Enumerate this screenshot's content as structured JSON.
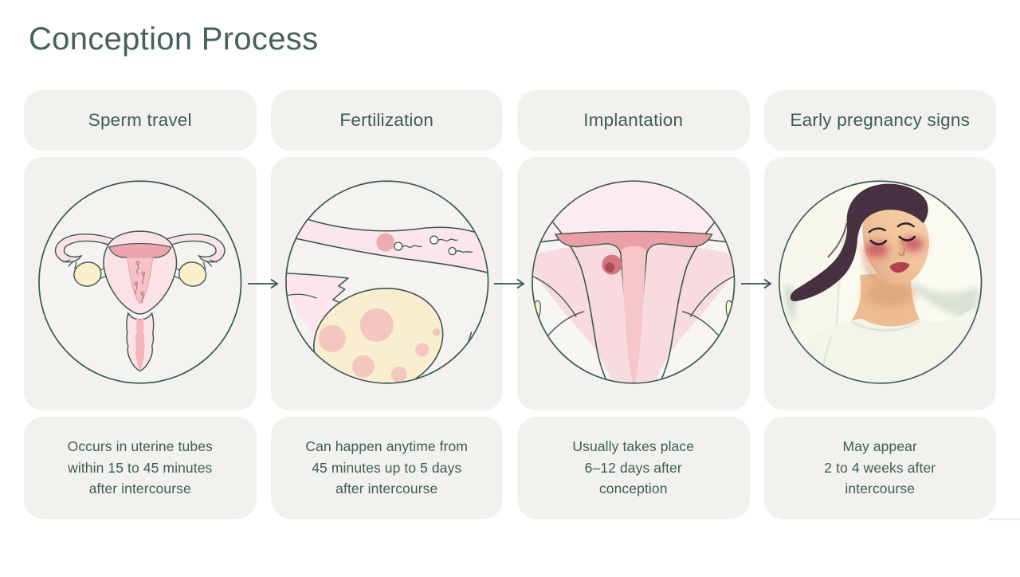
{
  "page": {
    "title": "Conception Process",
    "accent_color": "#44615d",
    "card_color": "#f2f1ee",
    "background_color": "#ffffff"
  },
  "arrow": {
    "direction": "right",
    "color": "#35514e",
    "count": 3
  },
  "stages": [
    {
      "label": "Sperm travel",
      "illustration": "uterus-frontal-with-sperm",
      "description_lines": [
        "Occurs in uterine tubes",
        "within 15 to 45 minutes",
        "after intercourse"
      ]
    },
    {
      "label": "Fertilization",
      "illustration": "fallopian-tube-egg-and-sperm",
      "description_lines": [
        "Can happen anytime from",
        "45 minutes up to 5 days",
        "after intercourse"
      ]
    },
    {
      "label": "Implantation",
      "illustration": "uterus-cross-section-embryo",
      "description_lines": [
        "Usually takes place",
        "6–12 days after",
        "conception"
      ]
    },
    {
      "label": "Early pregnancy signs",
      "illustration": "tired-flushed-woman",
      "description_lines": [
        "May appear",
        "2 to 4 weeks after",
        "intercourse"
      ]
    }
  ]
}
